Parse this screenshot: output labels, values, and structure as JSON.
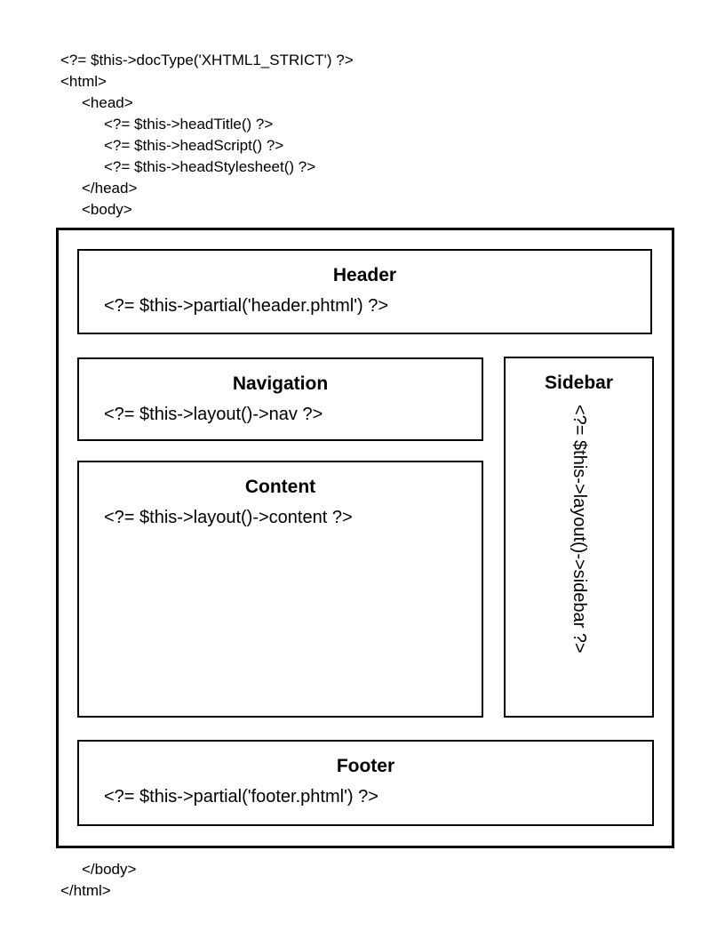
{
  "colors": {
    "ink": "#000000",
    "paper": "#ffffff"
  },
  "code_top": {
    "lines": [
      "<?= $this->docType('XHTML1_STRICT') ?>",
      "<html>",
      "<head>",
      "<?= $this->headTitle() ?>",
      "<?= $this->headScript() ?>",
      "<?= $this->headStylesheet() ?>",
      "</head>",
      "<body>"
    ]
  },
  "diagram": {
    "header": {
      "title": "Header",
      "code": "<?= $this->partial('header.phtml') ?>"
    },
    "navigation": {
      "title": "Navigation",
      "code": "<?= $this->layout()->nav ?>"
    },
    "sidebar": {
      "title": "Sidebar",
      "code": "<?= $this->layout()->sidebar ?>"
    },
    "content": {
      "title": "Content",
      "code": "<?= $this->layout()->content ?>"
    },
    "footer": {
      "title": "Footer",
      "code": "<?= $this->partial('footer.phtml') ?>"
    }
  },
  "code_bottom": {
    "lines": [
      "</body>",
      "</html>"
    ]
  }
}
